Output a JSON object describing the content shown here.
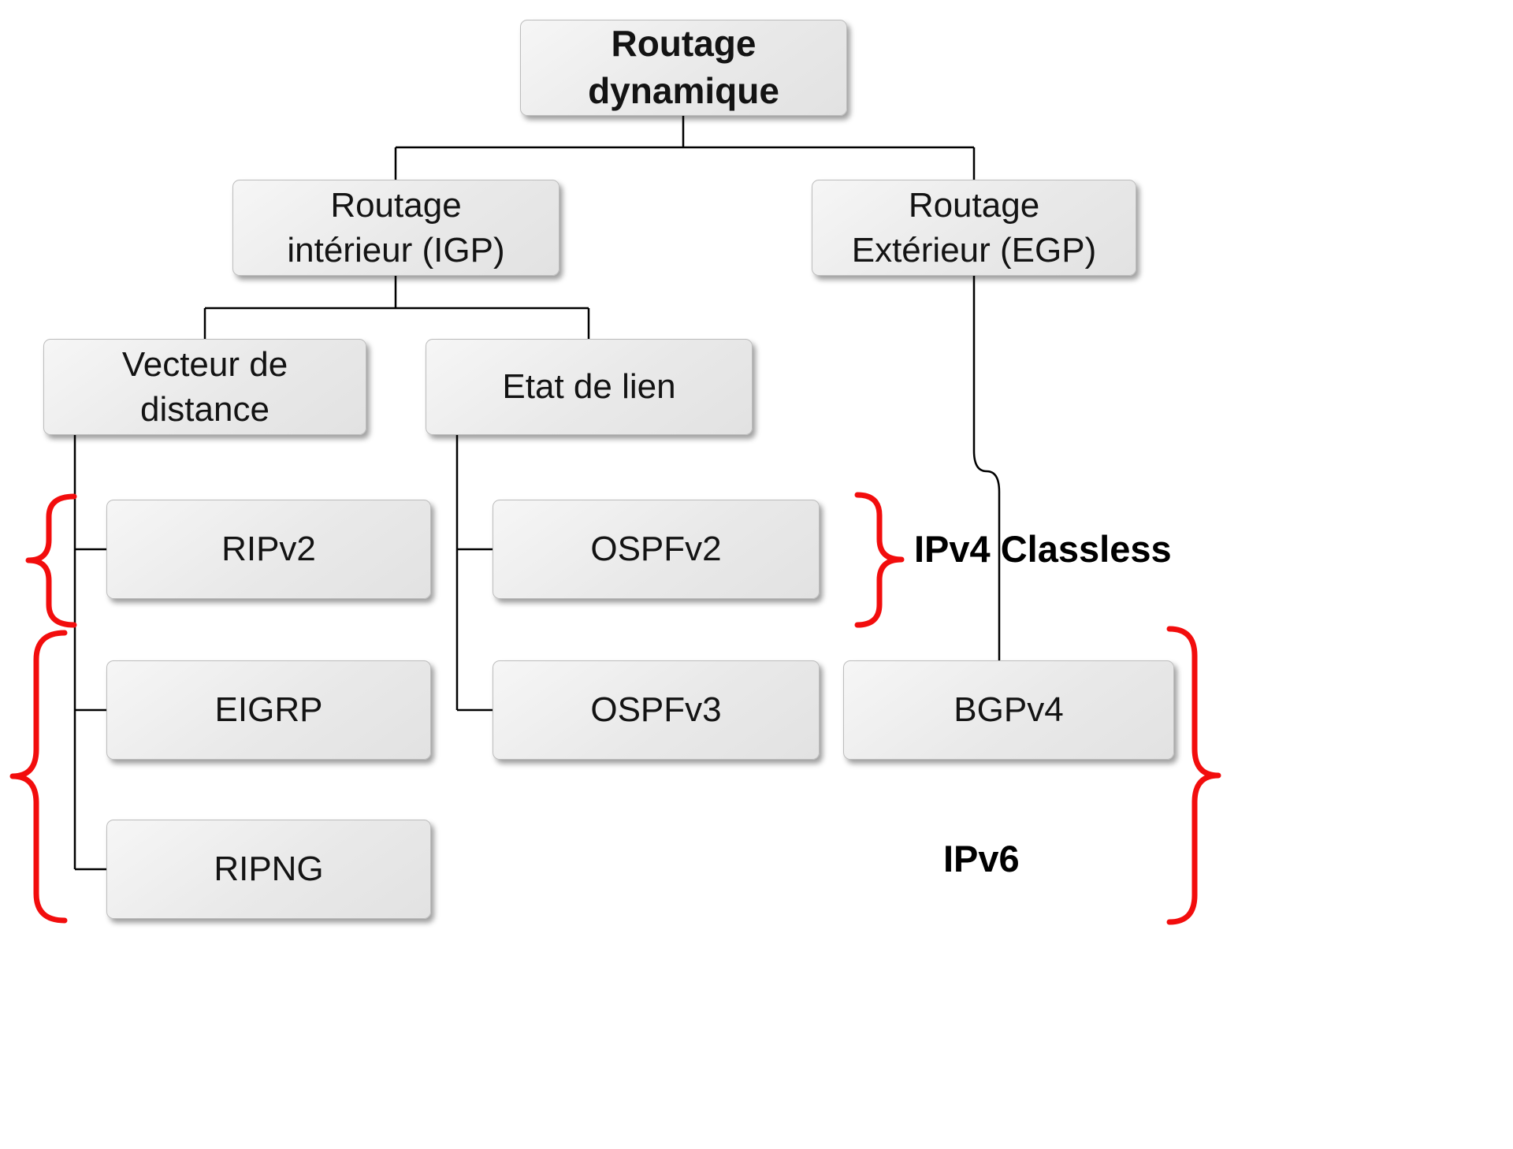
{
  "diagram": {
    "nodes": {
      "root": "Routage\ndynamique",
      "igp": "Routage\nintérieur (IGP)",
      "egp": "Routage\nExtérieur (EGP)",
      "distance_vector": "Vecteur de\ndistance",
      "link_state": "Etat de lien",
      "ripv2": "RIPv2",
      "ospfv2": "OSPFv2",
      "eigrp": "EIGRP",
      "ospfv3": "OSPFv3",
      "bgpv4": "BGPv4",
      "ripng": "RIPNG"
    },
    "annotations": {
      "ipv4_classless": "IPv4 Classless",
      "ipv6": "IPv6"
    },
    "colors": {
      "brace": "#f20d0d",
      "connector": "#000000",
      "node_fill": "#e9e9e9",
      "node_border": "#bdbdbd",
      "text": "#131313"
    }
  }
}
